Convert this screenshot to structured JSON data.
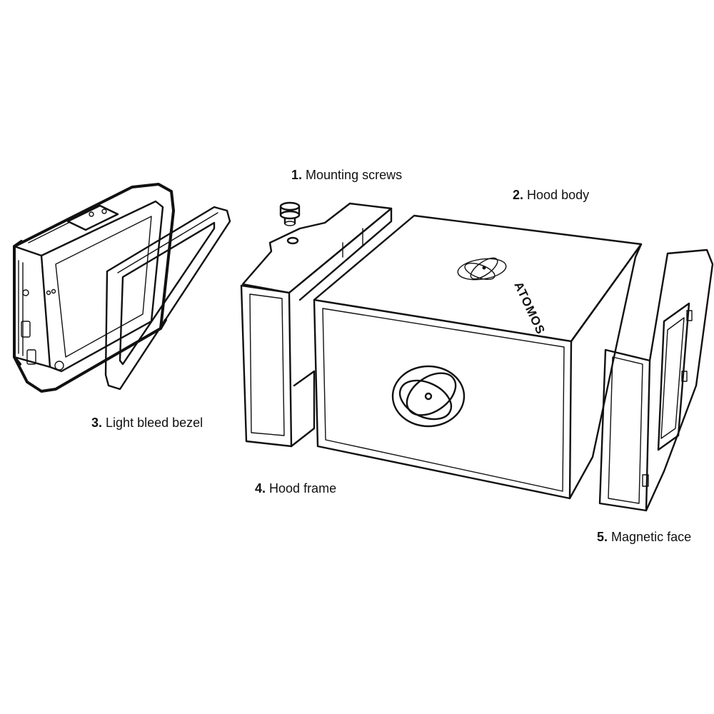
{
  "callouts": {
    "mounting_screws": {
      "number": "1.",
      "text": "Mounting screws"
    },
    "hood_body": {
      "number": "2.",
      "text": "Hood body"
    },
    "light_bleed_bezel": {
      "number": "3.",
      "text": "Light bleed bezel"
    },
    "hood_frame": {
      "number": "4.",
      "text": "Hood frame"
    },
    "magnetic_face": {
      "number": "5.",
      "text": "Magnetic face"
    }
  },
  "brand": {
    "name": "ATOMOS"
  },
  "colors": {
    "line": "#111111",
    "background": "#ffffff"
  }
}
